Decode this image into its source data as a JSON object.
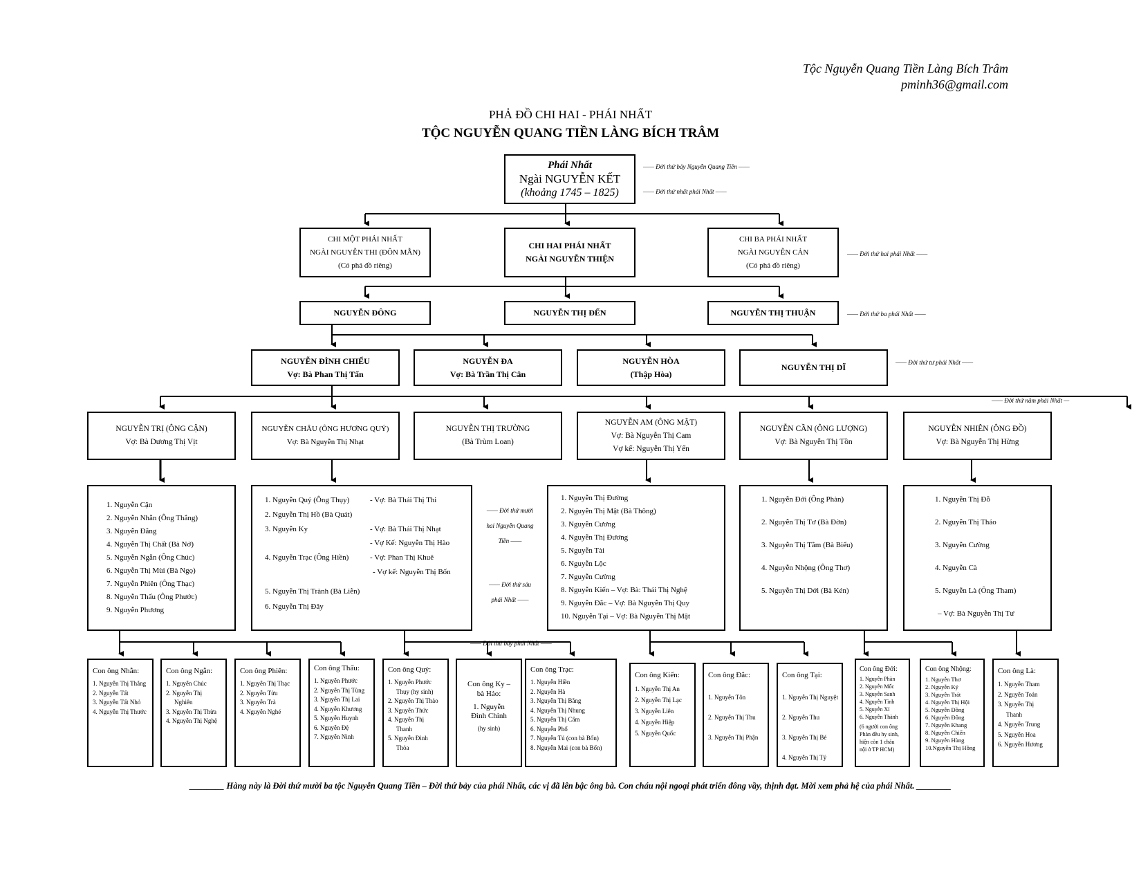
{
  "header": {
    "line1": "Tộc Nguyễn Quang Tiền Làng Bích Trâm",
    "line2": "pminh36@gmail.com"
  },
  "title": {
    "line1": "PHẢ ĐỒ CHI HAI - PHÁI NHẤT",
    "line2": "TỘC NGUYỄN QUANG TIỀN LÀNG BÍCH TRÂM"
  },
  "root": {
    "line1": "Phái Nhất",
    "line2": "Ngài NGUYỄN KẾT",
    "line3": "(khoảng 1745 – 1825)"
  },
  "generations": {
    "g7": "—— Đời thứ bảy Nguyễn Quang Tiền ——",
    "g1": "—— Đời thứ nhất phái Nhất ——",
    "g2": "—— Đời thứ hai phái Nhất ——",
    "g3": "—— Đời thứ ba phái Nhất ——",
    "g4": "—— Đời thứ tư phái Nhất ——",
    "g5": "—— Đời thứ năm phái Nhất —",
    "g9_a": "—— Đời thứ mười",
    "g9_b": "hai Nguyễn Quang",
    "g9_c": "Tiền ——",
    "g6_a": "—— Đời thứ sáu",
    "g6_b": "phái Nhất ——",
    "g7b": "—— Đời thứ bảy phái Nhất ——"
  },
  "row1": {
    "chi_mot": {
      "l1": "CHI MỘT PHÁI NHẤT",
      "l2": "NGÀI NGUYỄN THI (ĐÔN MẪN)",
      "l3": "(Có phả đồ riêng)"
    },
    "chi_hai": {
      "l1": "CHI HAI PHÁI NHẤT",
      "l2": "NGÀI NGUYỄN THIỆN"
    },
    "chi_ba": {
      "l1": "CHI BA PHÁI NHẤT",
      "l2": "NGÀI NGUYỄN CẢN",
      "l3": "(Có phả đồ riêng)"
    }
  },
  "row2": {
    "a": "NGUYỄN ĐÔNG",
    "b": "NGUYỄN THỊ ĐẾN",
    "c": "NGUYỄN THỊ THUẬN"
  },
  "row3": {
    "a": {
      "l1": "NGUYỄN ĐÌNH CHIỂU",
      "l2": "Vợ: Bà Phan Thị Tấn"
    },
    "b": {
      "l1": "NGUYỄN ĐA",
      "l2": "Vợ: Bà Trần Thị Cân"
    },
    "c": {
      "l1": "NGUYỄN HÒA",
      "l2": "(Thập Hòa)"
    },
    "d": {
      "l1": "NGUYỄN THỊ DĨ"
    }
  },
  "row4": [
    {
      "l1": "NGUYỄN TRỊ (ÔNG CẬN)",
      "l2": "Vợ: Bà Dương Thị Vịt"
    },
    {
      "l1": "NGUYỄN CHÂU (ÔNG HƯƠNG QUÝ)",
      "l2": "Vợ: Bà Nguyễn Thị Nhạt"
    },
    {
      "l1": "NGUYỄN THỊ TRƯỜNG",
      "l2": "(Bà Trùm Loan)"
    },
    {
      "l1": "NGUYỄN AM (ÔNG MẬT)",
      "l2": "Vợ: Bà Nguyễn Thị Cam",
      "l3": "Vợ kế: Nguyễn Thị Yến"
    },
    {
      "l1": "NGUYỄN CẦN (ÔNG LƯỢNG)",
      "l2": "Vợ: Bà Nguyễn Thị Tồn"
    },
    {
      "l1": "NGUYỄN NHIÊN (ÔNG ĐỒ)",
      "l2": "Vợ: Bà Nguyễn Thị Hừng"
    }
  ],
  "row5": {
    "a": [
      "1. Nguyễn Cận",
      "2. Nguyễn Nhẫn (Ông Thắng)",
      "3. Nguyễn Đẳng",
      "4. Nguyễn Thị Chất (Bà Nở)",
      "5. Nguyễn Ngẫn (Ông Chúc)",
      "6. Nguyễn Thị Mùi (Bà Ngọ)",
      "7. Nguyễn Phiên (Ông Thạc)",
      "8. Nguyễn Thấu (Ông Phước)",
      "9. Nguyễn Phương"
    ],
    "b_left": [
      "1. Nguyễn Quý (Ông Thụy)",
      "2. Nguyễn Thị Hồ (Bà Quát)",
      "3. Nguyễn Ky",
      "4. Nguyễn Trạc (Ông Hiền)",
      "5. Nguyễn Thị Trành (Bà Liễn)",
      "6. Nguyễn Thị Đây"
    ],
    "b_right": [
      "- Vợ: Bà Thái Thị Thi",
      "- Vợ: Bà Thái Thị Nhạt",
      "- Vợ Kế: Nguyễn Thị Hào",
      "- Vợ: Phan Thị Khuê",
      "- Vợ kế: Nguyễn Thị Bốn"
    ],
    "c": [
      "1. Nguyễn Thị Đường",
      "2. Nguyễn Thị Mật (Bà Thông)",
      "3. Nguyễn Cương",
      "4. Nguyễn Thị Đương",
      "5. Nguyễn Tài",
      "6. Nguyễn Lộc",
      "7. Nguyễn Cường",
      "8. Nguyễn Kiến – Vợ: Bà: Thái Thị Nghệ",
      "9. Nguyễn Đắc – Vợ: Bà Nguyễn Thị Quy",
      "10. Nguyễn Tại – Vợ: Bà Nguyễn Thị Mật"
    ],
    "d": [
      "1. Nguyễn Đới (Ông Phàn)",
      "2. Nguyễn Thị Tơ (Bà Đờn)",
      "3. Nguyễn Thị Tằm (Bà Biểu)",
      "4. Nguyễn Nhộng (Ông Thơ)",
      "5. Nguyễn Thị Dới (Bà Kén)"
    ],
    "e": [
      "1. Nguyễn Thị Đỗ",
      "2. Nguyễn Thị Thảo",
      "3. Nguyễn Cường",
      "4. Nguyễn Cà",
      "5. Nguyễn Là (Ông Tham)",
      "– Vợ: Bà Nguyễn Thị Tư"
    ]
  },
  "row6": [
    {
      "head": "Con ông Nhẫn:",
      "items": [
        "1. Nguyễn Thị Thắng",
        "2. Nguyễn Tất",
        "3. Nguyễn Tất Nhỏ",
        "4. Nguyễn Thị Thước"
      ]
    },
    {
      "head": "Con ông Ngẫn:",
      "items": [
        "1. Nguyễn Chúc",
        "2. Nguyễn Thị",
        "Nghiên",
        "3. Nguyễn Thị Thừa",
        "4. Nguyễn Thị Nghệ"
      ]
    },
    {
      "head": "Con ông Phiên:",
      "items": [
        "1. Nguyễn Thị Thạc",
        "2. Nguyễn Tửu",
        "3. Nguyễn Trà",
        "4. Nguyễn Nghé"
      ]
    },
    {
      "head": "Con ông Thấu:",
      "items": [
        "1. Nguyễn Phước",
        "2. Nguyễn Thị Tùng",
        "3. Nguyễn Thị Lai",
        "4. Nguyễn Khương",
        "5. Nguyễn Huynh",
        "6. Nguyễn Đệ",
        "7. Nguyễn Ninh"
      ]
    },
    {
      "head": "Con ông Quý:",
      "items": [
        "1. Nguyễn Phước",
        "Thụy (hy sinh)",
        "2. Nguyễn Thị Thảo",
        "3. Nguyễn Thức",
        "4. Nguyễn Thị",
        "Thanh",
        "5. Nguyễn Đình",
        "Thỏa"
      ]
    },
    {
      "head": "Con ông Ky –",
      "head2": "bà Hảo:",
      "items": [
        "1. Nguyễn",
        "Đình Chinh",
        "(hy sinh)"
      ]
    },
    {
      "head": "Con ông Trạc:",
      "items": [
        "1. Nguyễn Hiền",
        "2. Nguyễn Hà",
        "3. Nguyễn Thị Bằng",
        "4. Nguyễn Thị Nhung",
        "5. Nguyễn Thị Cẩm",
        "6. Nguyễn Phổ",
        "7. Nguyễn Tú (con bà Bốn)",
        "8. Nguyễn Mai (con bà Bốn)"
      ]
    },
    {
      "head": "Con ông Kiến:",
      "items": [
        "1. Nguyễn Thị An",
        "2. Nguyễn Thị Lạc",
        "3. Nguyễn Liên",
        "4. Nguyễn Hiệp",
        "5. Nguyễn Quốc"
      ]
    },
    {
      "head": "Con ông Đắc:",
      "items": [
        "1. Nguyễn Tôn",
        "2. Nguyễn Thị Thu",
        "3. Nguyễn Thị Phận"
      ]
    },
    {
      "head": "Con ông Tại:",
      "items": [
        "1. Nguyễn Thị Nguyệt",
        "2. Nguyễn Thu",
        "3. Nguyễn Thị Bé",
        "4. Nguyễn Thị Tý"
      ]
    },
    {
      "head": "Con ông Đới:",
      "items": [
        "1. Nguyễn Phàn",
        "2. Nguyễn Mốc",
        "3. Nguyễn Sanh",
        "4. Nguyễn Tình",
        "5. Nguyễn Xí",
        "6. Nguyễn Thành",
        "(6 người con ông",
        "Phàn đều hy sinh,",
        "hiện còn 1 cháu",
        "nội ở TP HCM)"
      ]
    },
    {
      "head": "Con ông Nhộng:",
      "items": [
        "1. Nguyễn Thơ",
        "2. Nguyễn Ký",
        "3. Nguyễn Trát",
        "4. Nguyễn Thị Hội",
        "5. Nguyễn Đồng",
        "6. Nguyễn Đông",
        "7. Nguyễn Khang",
        "8. Nguyễn Chiến",
        "9. Nguyễn Hùng",
        "10.Nguyễn Thị Hồng"
      ]
    },
    {
      "head": "Con ông Là:",
      "items": [
        "1. Nguyễn Tham",
        "2. Nguyễn Toản",
        "3. Nguyễn Thị",
        "Thanh",
        "4. Nguyễn Trung",
        "5. Nguyễn Hoa",
        "6. Nguyễn Hương"
      ]
    }
  ],
  "footer_note": "________ Hàng này là Đời thứ mười ba tộc Nguyễn Quang Tiền – Đời thứ bảy của phái Nhất, các vị đã lên bậc ông bà. Con cháu nội ngoại phát triển đông vầy, thịnh đạt. Mời xem phả hệ của phái Nhất. ________"
}
